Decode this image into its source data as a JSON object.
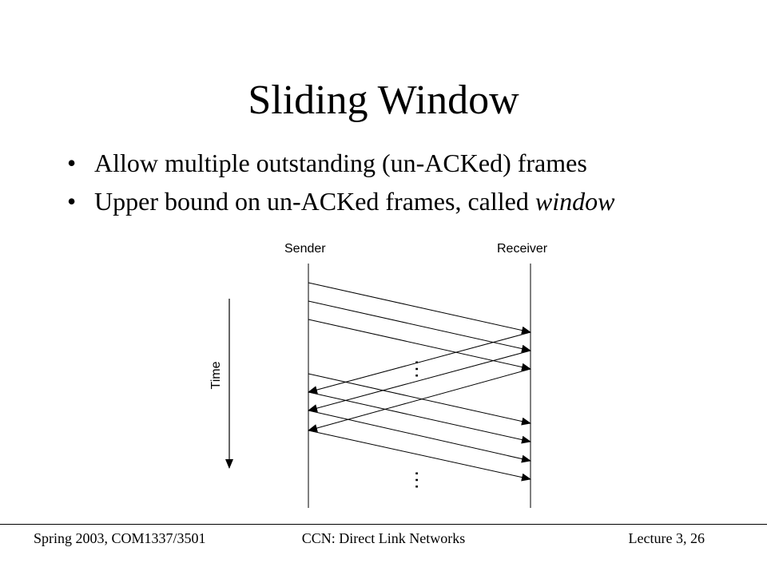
{
  "slide": {
    "title": "Sliding Window",
    "bullets": [
      {
        "bullet": "•",
        "text": "Allow multiple outstanding (un-ACKed) frames"
      },
      {
        "bullet": "•",
        "text_before": "Upper bound on un-ACKed frames, called ",
        "text_italic": "window"
      }
    ]
  },
  "diagram": {
    "sender_label": "Sender",
    "receiver_label": "Receiver",
    "time_label": "Time",
    "ellipsis_upper": "…",
    "ellipsis_lower": "…",
    "data_frames_first_batch": 3,
    "ack_frames": 3,
    "data_frames_second_batch": 4
  },
  "footer": {
    "left": "Spring 2003, COM1337/3501",
    "center": "CCN: Direct Link Networks",
    "right": "Lecture 3, 26"
  }
}
